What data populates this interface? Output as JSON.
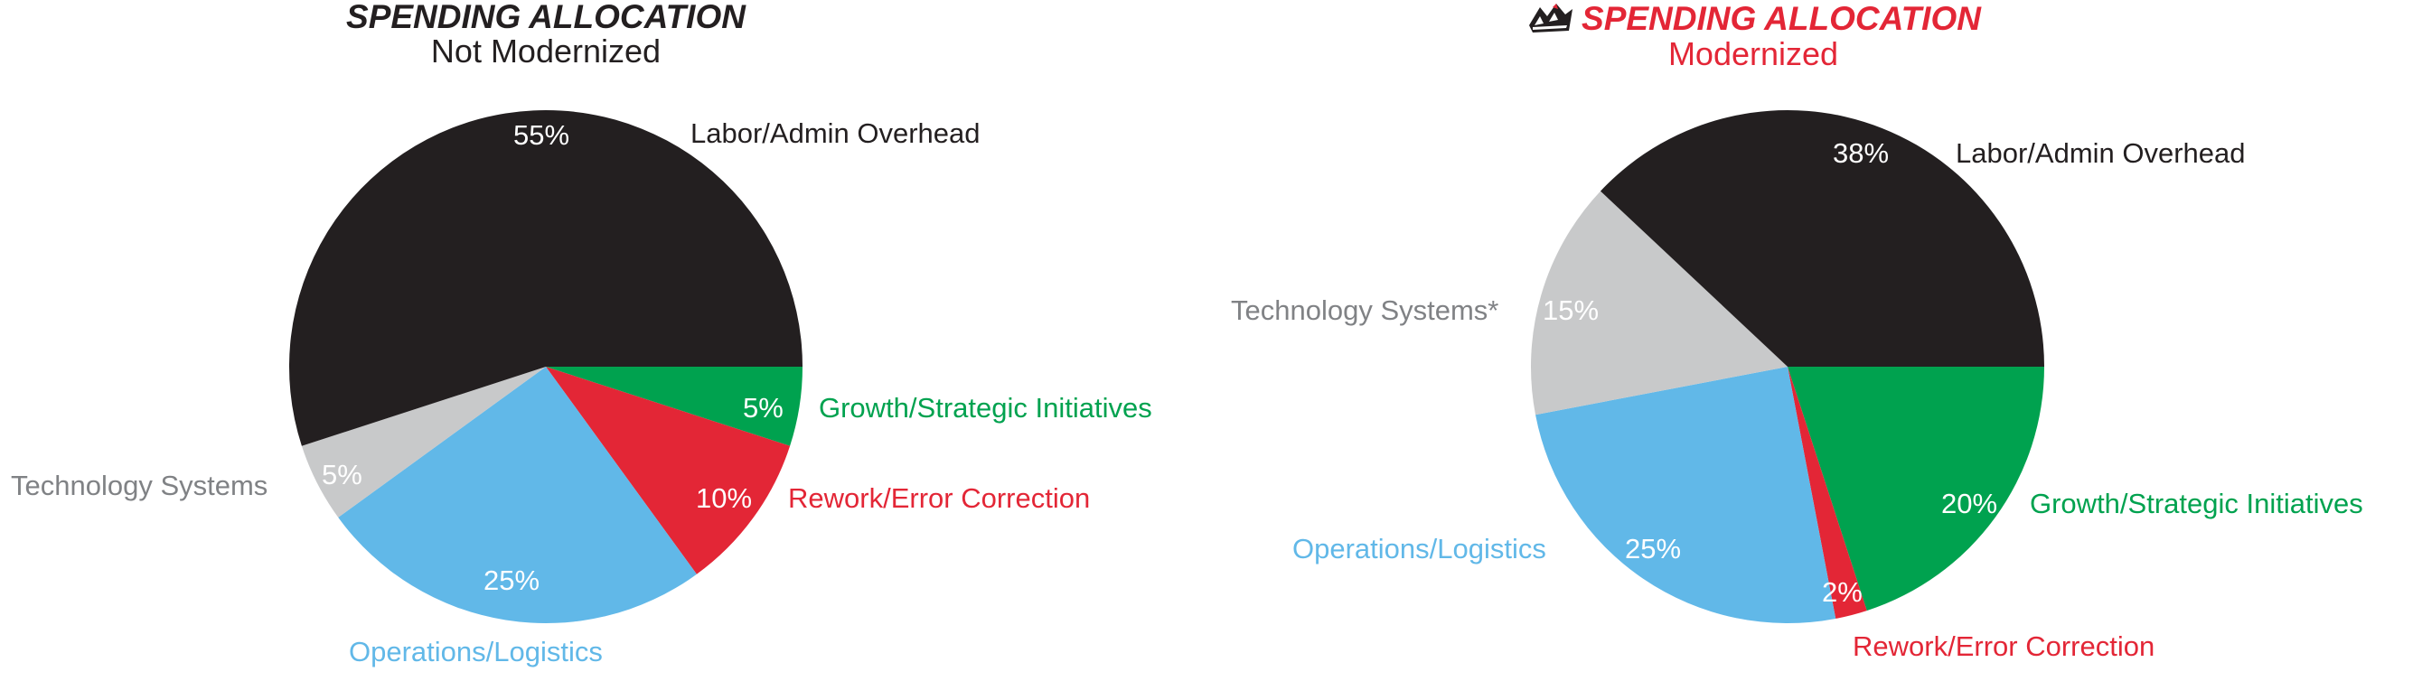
{
  "charts": [
    {
      "id": "not-modernized",
      "title": "SPENDING ALLOCATION",
      "subtitle": "Not Modernized",
      "has_brand_icon": false,
      "title_color": "#231f20",
      "labels": {
        "labor": "Labor/Admin Overhead",
        "growth": "Growth/Strategic Initiatives",
        "rework": "Rework/Error Correction",
        "operations": "Operations/Logistics",
        "technology": "Technology Systems"
      },
      "percents": {
        "labor": "55%",
        "growth": "5%",
        "rework": "10%",
        "operations": "25%",
        "technology": "5%"
      }
    },
    {
      "id": "modernized",
      "title": "SPENDING ALLOCATION",
      "subtitle": "Modernized",
      "has_brand_icon": true,
      "brand_icon_name": "mountain-logo-icon",
      "title_color": "#e32636",
      "labels": {
        "labor": "Labor/Admin Overhead",
        "growth": "Growth/Strategic Initiatives",
        "rework": "Rework/Error Correction",
        "operations": "Operations/Logistics",
        "technology": "Technology Systems*"
      },
      "percents": {
        "labor": "38%",
        "growth": "20%",
        "rework": "2%",
        "operations": "25%",
        "technology": "15%"
      }
    }
  ],
  "colors": {
    "labor": "#231f20",
    "growth": "#00a24f",
    "rework": "#e32636",
    "operations": "#61b8e8",
    "technology": "#c8c9ca",
    "background": "#ffffff"
  },
  "chart_data": [
    {
      "type": "pie",
      "title": "SPENDING ALLOCATION",
      "subtitle": "Not Modernized",
      "categories": [
        "Labor/Admin Overhead",
        "Growth/Strategic Initiatives",
        "Rework/Error Correction",
        "Operations/Logistics",
        "Technology Systems"
      ],
      "values": [
        55,
        5,
        10,
        25,
        5
      ],
      "value_labels": [
        "55%",
        "5%",
        "10%",
        "25%",
        "5%"
      ],
      "colors": [
        "#231f20",
        "#00a24f",
        "#e32636",
        "#61b8e8",
        "#c8c9ca"
      ],
      "units": "percent",
      "start_angle_deg": 0,
      "direction": "clockwise",
      "legend": "labels placed outside slices",
      "grid": false
    },
    {
      "type": "pie",
      "title": "SPENDING ALLOCATION",
      "subtitle": "Modernized",
      "categories": [
        "Labor/Admin Overhead",
        "Growth/Strategic Initiatives",
        "Rework/Error Correction",
        "Operations/Logistics",
        "Technology Systems*"
      ],
      "values": [
        38,
        20,
        2,
        25,
        15
      ],
      "value_labels": [
        "38%",
        "20%",
        "2%",
        "25%",
        "15%"
      ],
      "colors": [
        "#231f20",
        "#00a24f",
        "#e32636",
        "#61b8e8",
        "#c8c9ca"
      ],
      "units": "percent",
      "start_angle_deg": 0,
      "direction": "clockwise",
      "legend": "labels placed outside slices",
      "grid": false
    }
  ]
}
